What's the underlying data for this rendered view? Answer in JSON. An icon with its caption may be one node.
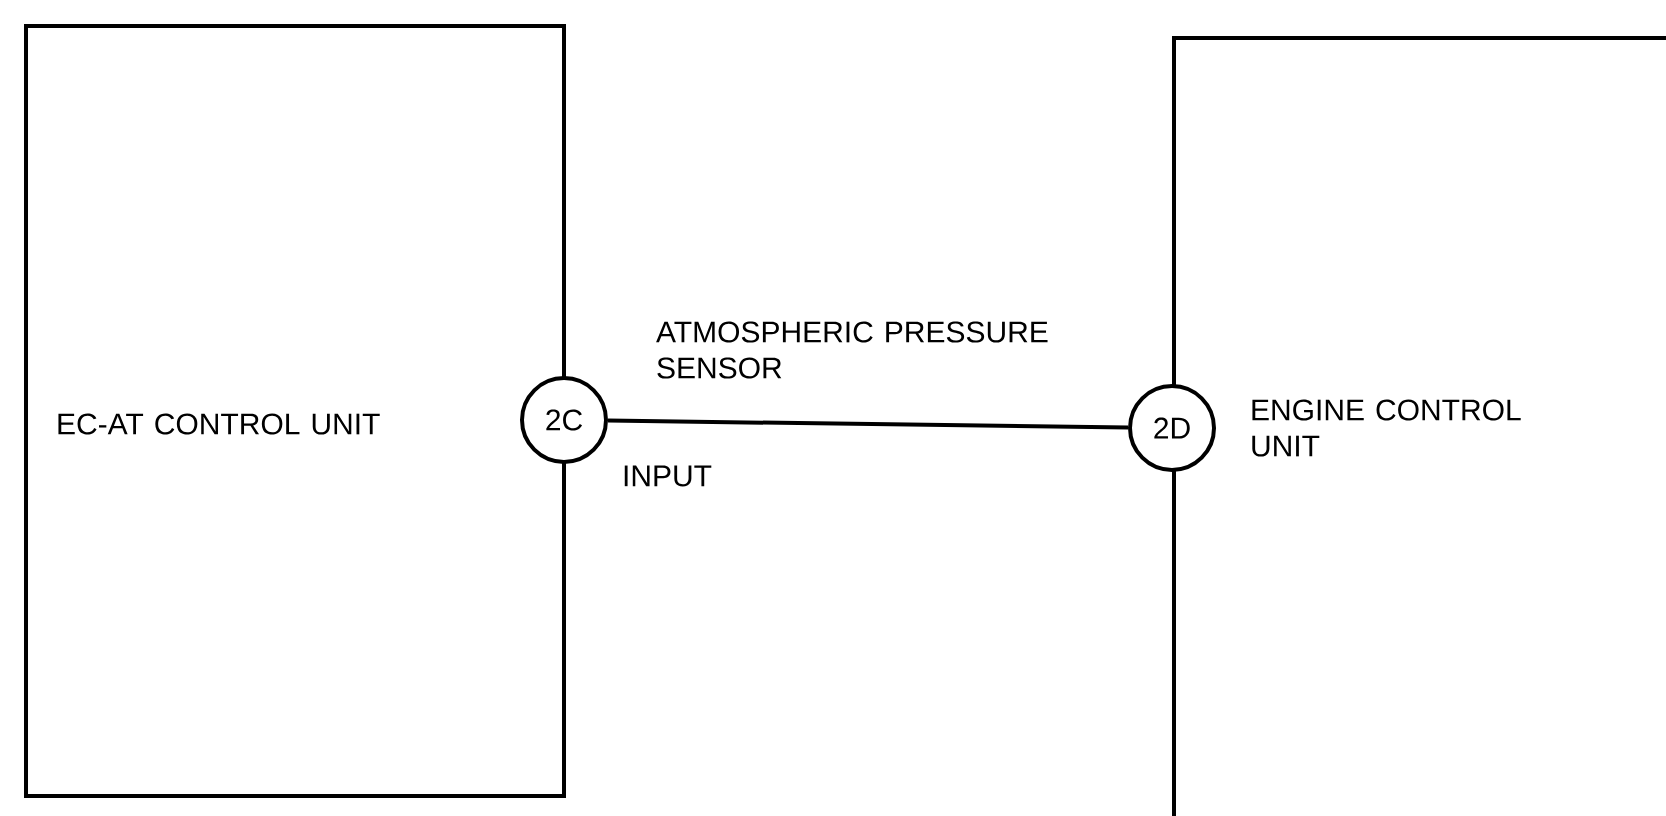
{
  "diagram": {
    "nodes": [
      {
        "text": [
          "EC-AT CONTROL UNIT"
        ]
      },
      {
        "text": [
          "2C"
        ]
      },
      {
        "text": [
          "2D"
        ]
      },
      {
        "text": [
          "ENGINE CONTROL UNIT"
        ]
      }
    ],
    "edges": [
      {
        "from": 1,
        "to": 2,
        "arrow": "none",
        "label": "ATMOSPHERIC PRESSURE SENSOR"
      }
    ],
    "labels": [
      "INPUT"
    ]
  }
}
